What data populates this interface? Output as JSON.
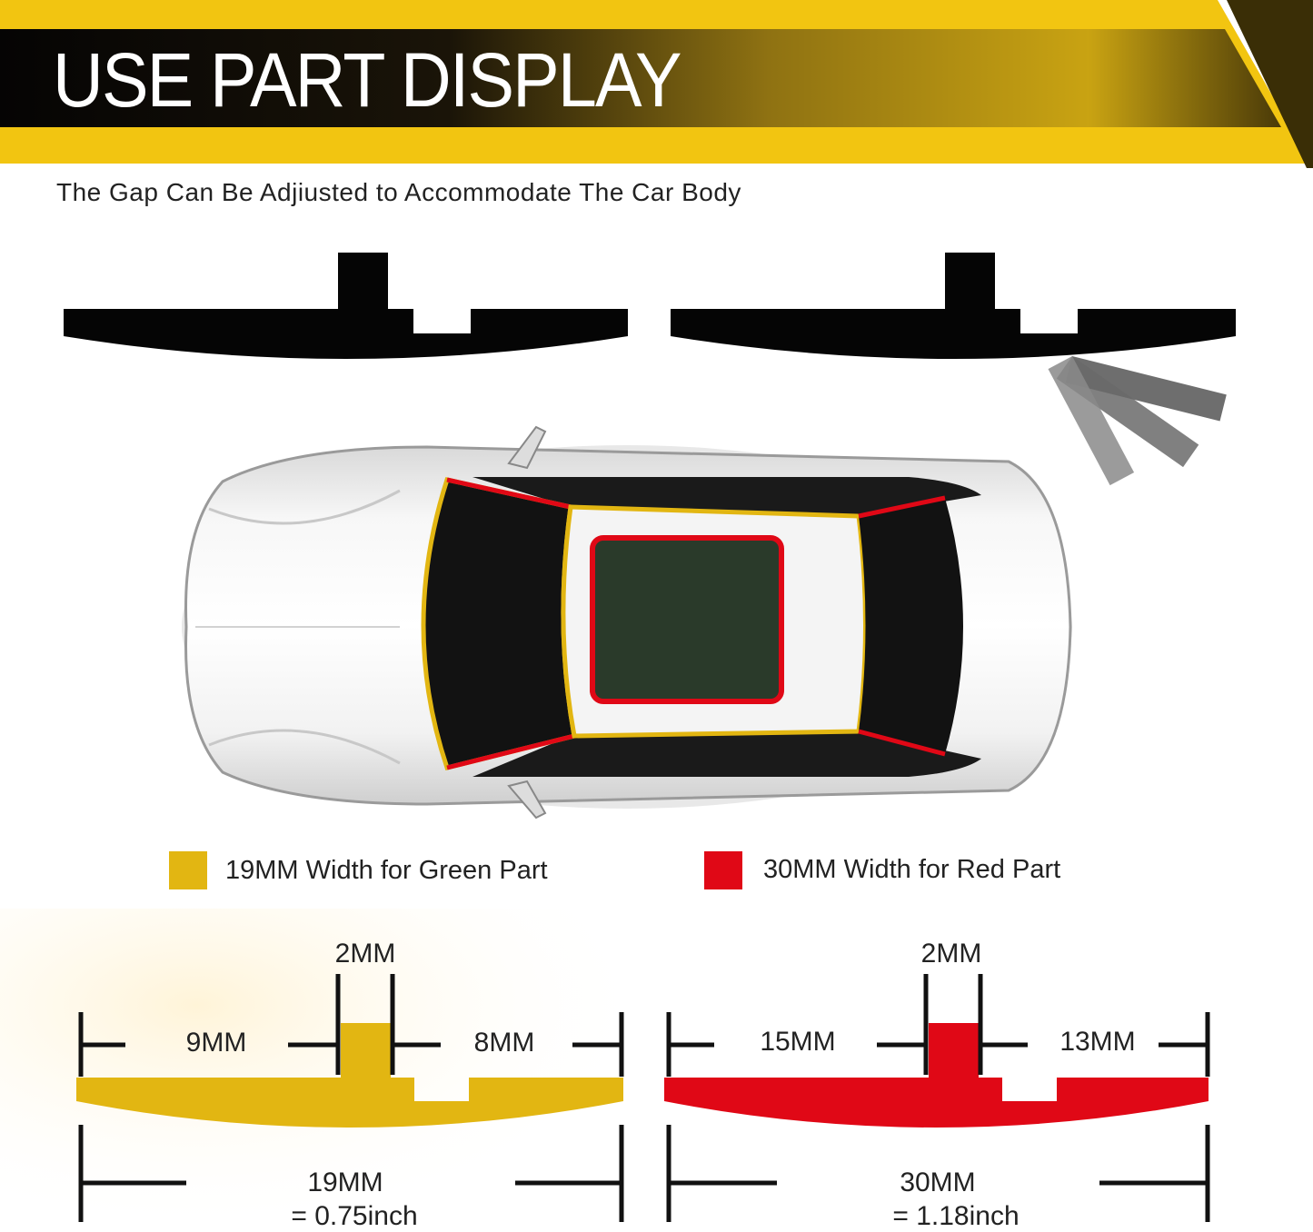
{
  "header": {
    "title": "USE PART DISPLAY",
    "subtitle": "The Gap Can Be Adjiusted to Accommodate The Car Body"
  },
  "colors": {
    "banner_yellow": "#f2c511",
    "banner_dark": "#0a0806",
    "green_part": "#e2b612",
    "red_part": "#e00816",
    "profile_black": "#050505"
  },
  "icons": [
    "car-top-view-icon",
    "seal-profile-icon",
    "seal-profile-tilted-icon"
  ],
  "legend": [
    {
      "label": "19MM Width for Green Part",
      "color": "#e2b612"
    },
    {
      "label": "30MM Width for Red Part",
      "color": "#e00816"
    }
  ],
  "diagrams": {
    "green": {
      "center": "2MM",
      "left": "9MM",
      "right": "8MM",
      "total": "19MM",
      "total_inch": "= 0.75inch"
    },
    "red": {
      "center": "2MM",
      "left": "15MM",
      "right": "13MM",
      "total": "30MM",
      "total_inch": "= 1.18inch"
    }
  }
}
